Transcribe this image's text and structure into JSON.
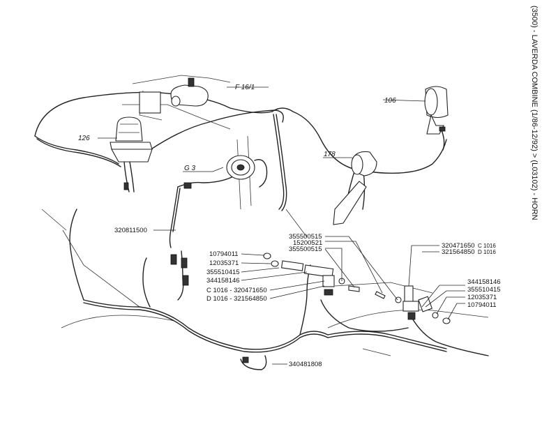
{
  "page": {
    "side_title": "(3500) - LAVERDA COMBINE (1/86-12/92) > (L03102) - HORN"
  },
  "callouts": {
    "c126": "126",
    "c106": "106",
    "c178": "178",
    "cF161": "F 16/1",
    "cG3": "G 3"
  },
  "parts": {
    "p320811500": "320811500",
    "p10794011_l": "10794011",
    "p12035371_l": "12035371",
    "p355510415_l": "355510415",
    "p344158146_l": "344158146",
    "pC1016_l": "C 1016 - 320471650",
    "pD1016_l": "D 1016 - 321564850",
    "p355500515_a": "355500515",
    "p15200521": "15200521",
    "p355500515_b": "355500515",
    "p320471650_r": "320471650",
    "c1016_r": "C 1016",
    "p321564850_r": "321564850",
    "d1016_r": "D 1016",
    "p344158146_r": "344158146",
    "p355510415_r": "355510415",
    "p12035371_r": "12035371",
    "p10794011_r": "10794011",
    "p340481808": "340481808"
  }
}
